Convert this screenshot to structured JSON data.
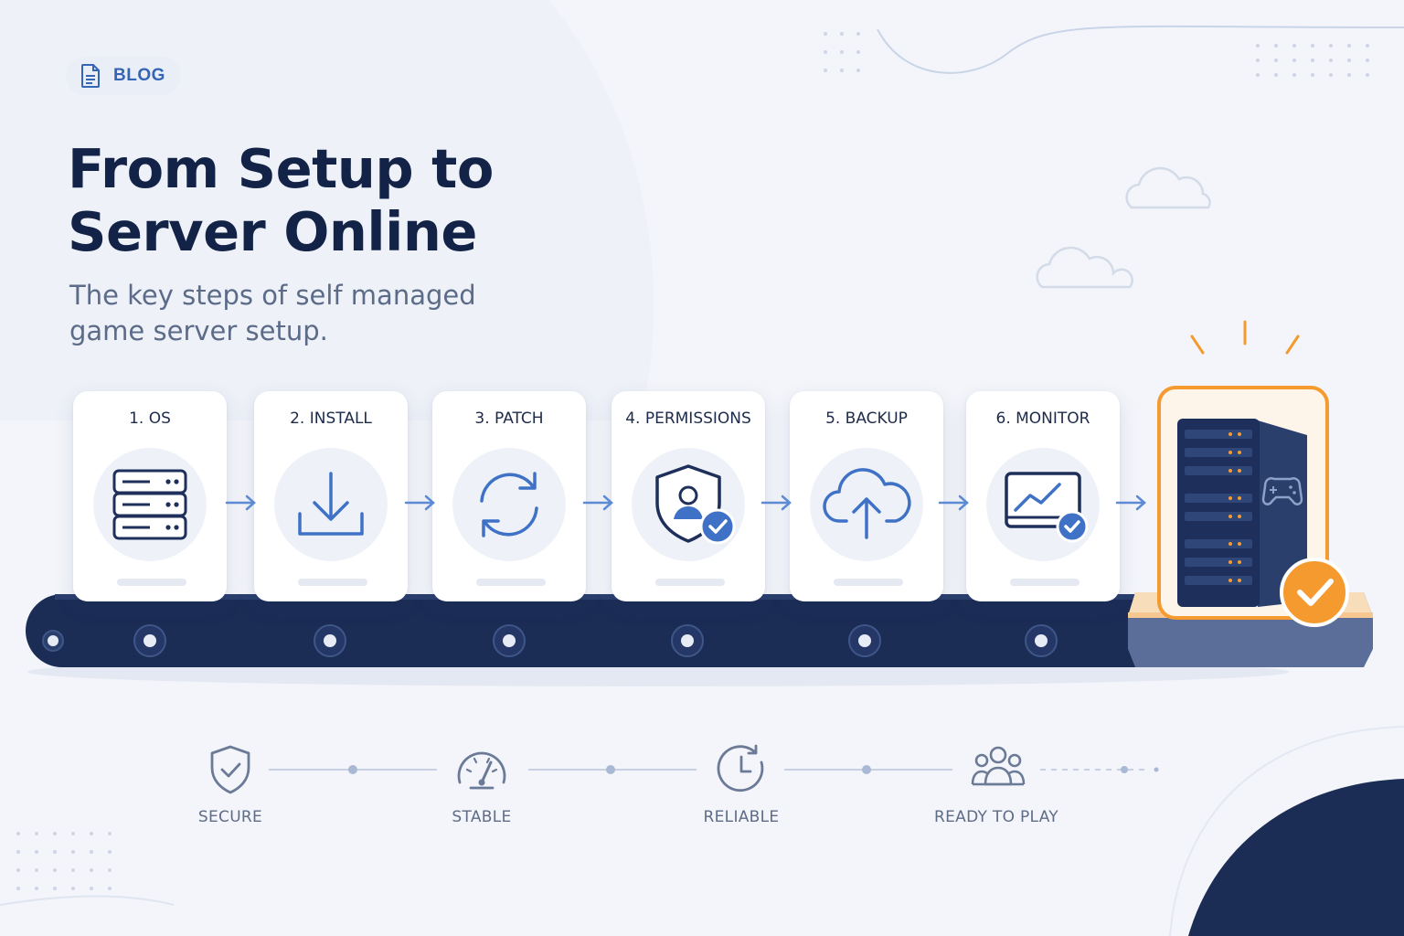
{
  "badge": {
    "label": "BLOG",
    "icon": "document-icon"
  },
  "header": {
    "title_line1": "From Setup to",
    "title_line2": "Server Online",
    "subtitle_line1": "The key steps of self managed",
    "subtitle_line2": "game server setup."
  },
  "steps": [
    {
      "label": "1. OS",
      "icon": "server-stack-icon"
    },
    {
      "label": "2. INSTALL",
      "icon": "download-icon"
    },
    {
      "label": "3. PATCH",
      "icon": "refresh-icon"
    },
    {
      "label": "4. PERMISSIONS",
      "icon": "shield-user-icon"
    },
    {
      "label": "5. BACKUP",
      "icon": "cloud-upload-icon"
    },
    {
      "label": "6. MONITOR",
      "icon": "monitor-chart-icon"
    }
  ],
  "final": {
    "icon": "game-server-tower-icon",
    "status_icon": "checkmark-icon"
  },
  "benefits": [
    {
      "label": "SECURE",
      "icon": "shield-check-icon"
    },
    {
      "label": "STABLE",
      "icon": "speedometer-icon"
    },
    {
      "label": "RELIABLE",
      "icon": "clock-icon"
    },
    {
      "label": "READY TO PLAY",
      "icon": "users-icon"
    }
  ],
  "colors": {
    "background": "#f3f5fa",
    "navy": "#1b2d55",
    "accent_blue": "#3f72c6",
    "orange": "#f59a2f"
  }
}
